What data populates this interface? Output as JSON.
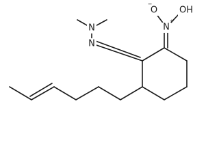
{
  "structure": {
    "atoms": {
      "n_hydrazone_upper": "N",
      "n_hydrazone_lower": "N",
      "n_nitronic": "N",
      "o_left": "O",
      "o_right": "OH",
      "charge_minus": "−",
      "charge_plus": "+"
    }
  }
}
